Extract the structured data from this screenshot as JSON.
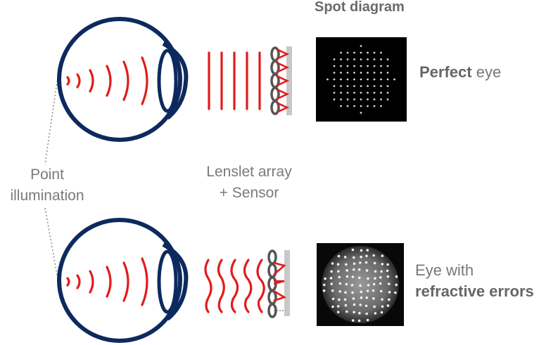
{
  "labels": {
    "spot_diagram": "Spot diagram",
    "point_illumination_line1": "Point",
    "point_illumination_line2": "illumination",
    "lenslet_line1": "Lenslet array",
    "lenslet_line2": "+ Sensor",
    "perfect_bold": "Perfect",
    "perfect_rest": " eye",
    "errors_line1": "Eye with",
    "errors_bold": "refractive errors"
  },
  "colors": {
    "eye": "#0d2a5e",
    "wave": "#e21b1b",
    "lenslet": "#555555",
    "sensor": "#c8c8c8",
    "text": "#6e6e6e"
  }
}
